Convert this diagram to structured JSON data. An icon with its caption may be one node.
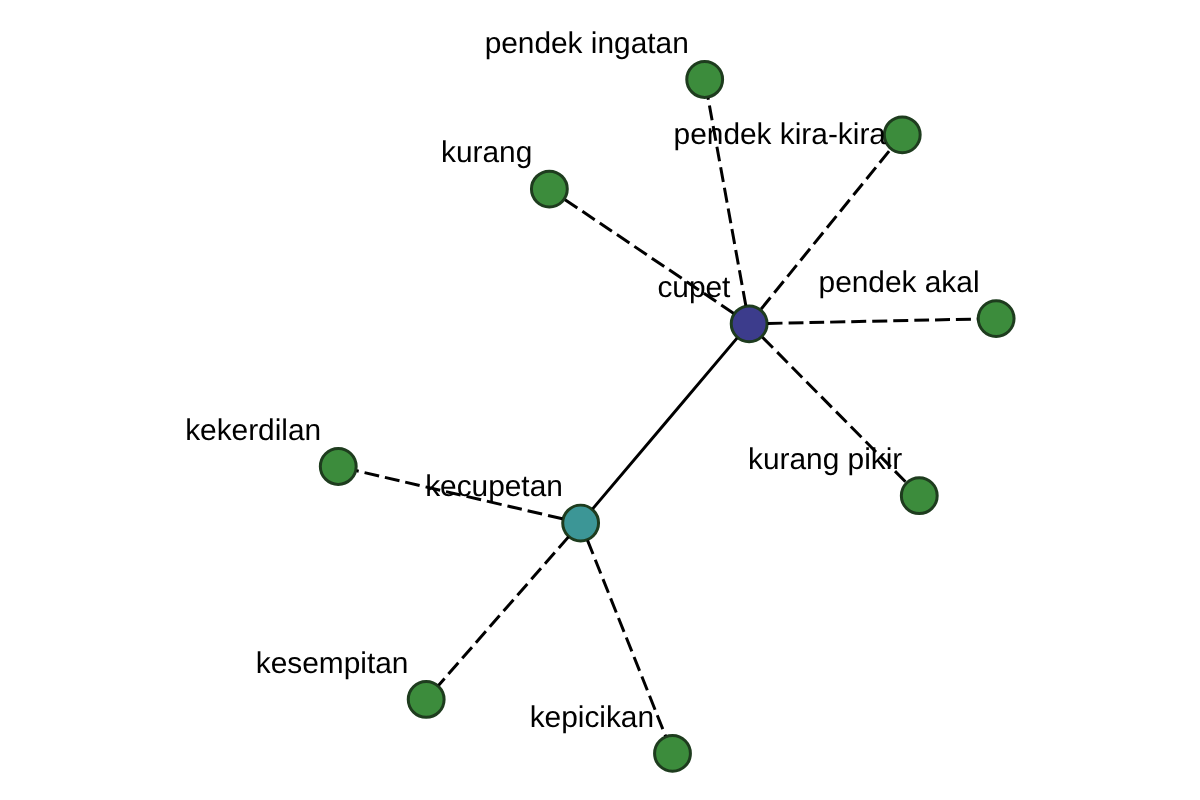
{
  "diagram": {
    "nodes": [
      {
        "text": [],
        "shape": "circle",
        "beside": [
          "pendek ingatan"
        ]
      },
      {
        "text": [],
        "shape": "circle",
        "beside": [
          "pendek kira-kira"
        ]
      },
      {
        "text": [],
        "shape": "circle",
        "beside": [
          "kepicikan"
        ]
      },
      {
        "text": [],
        "shape": "circle",
        "beside": [
          "cupet"
        ]
      },
      {
        "text": [],
        "shape": "circle",
        "beside": [
          "kecupetan"
        ]
      },
      {
        "text": [],
        "shape": "circle",
        "beside": [
          "kekerdilan"
        ]
      },
      {
        "text": [],
        "shape": "circle",
        "beside": [
          "kurang"
        ]
      },
      {
        "text": [],
        "shape": "circle",
        "beside": [
          "pendek akal"
        ]
      },
      {
        "text": [],
        "shape": "circle",
        "beside": [
          "kesempitan"
        ]
      },
      {
        "text": [],
        "shape": "circle",
        "beside": [
          "kurang pikir"
        ]
      }
    ],
    "edges": [
      {
        "from": 3,
        "to": 0,
        "arrow": "none",
        "style": "dashed"
      },
      {
        "from": 3,
        "to": 1,
        "arrow": "none",
        "style": "dashed"
      },
      {
        "from": 3,
        "to": 6,
        "arrow": "none",
        "style": "dashed"
      },
      {
        "from": 3,
        "to": 9,
        "arrow": "none",
        "style": "dashed"
      },
      {
        "from": 3,
        "to": 7,
        "arrow": "none",
        "style": "dashed"
      },
      {
        "from": 3,
        "to": 4,
        "arrow": "none"
      },
      {
        "from": 4,
        "to": 2,
        "arrow": "none",
        "style": "dashed"
      },
      {
        "from": 4,
        "to": 5,
        "arrow": "none",
        "style": "dashed"
      },
      {
        "from": 4,
        "to": 8,
        "arrow": "none",
        "style": "dashed"
      }
    ]
  }
}
